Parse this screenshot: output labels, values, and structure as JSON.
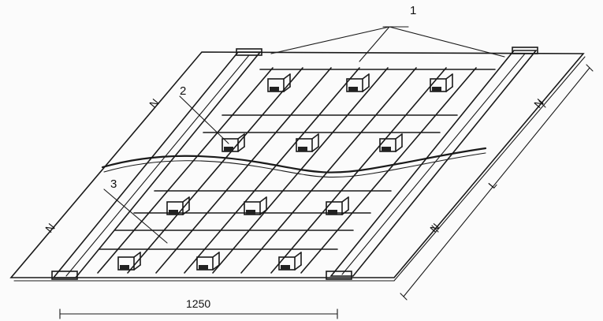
{
  "labels": {
    "callout_1": "1",
    "callout_2": "2",
    "callout_3": "3",
    "dim_width": "1250",
    "dim_l": "L",
    "dim_n": "N"
  },
  "style": {
    "ink": "#1a1a1a",
    "paper": "#fbfbfb"
  }
}
